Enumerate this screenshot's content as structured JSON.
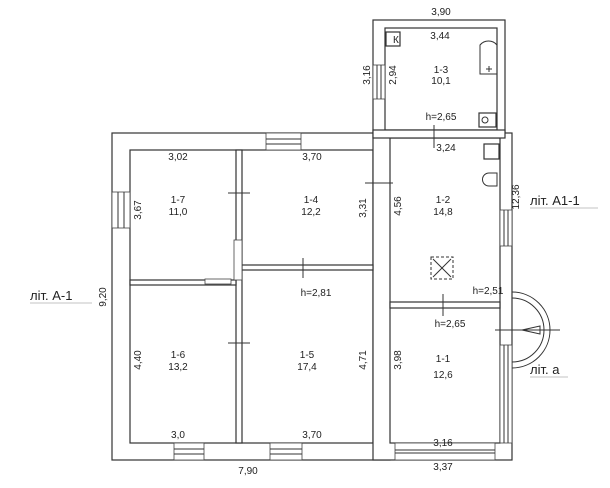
{
  "labels": {
    "lit_a_1": "літ. А-1",
    "lit_a1_1": "літ. А1-1",
    "lit_a": "літ. а",
    "kitchen_mark": "К"
  },
  "rooms": [
    {
      "id": "1-1",
      "area": "12,6"
    },
    {
      "id": "1-2",
      "area": "14,8"
    },
    {
      "id": "1-3",
      "area": "10,1"
    },
    {
      "id": "1-4",
      "area": "12,2"
    },
    {
      "id": "1-5",
      "area": "17,4"
    },
    {
      "id": "1-6",
      "area": "13,2"
    },
    {
      "id": "1-7",
      "area": "11,0"
    }
  ],
  "heights": {
    "h1": "h=2,65",
    "h2": "h=2,81",
    "h3": "h=2,51",
    "h4": "h=2,65"
  },
  "dimensions": {
    "top_3_90": "3,90",
    "d3_44": "3,44",
    "d3_16": "3,16",
    "d2_94": "2,94",
    "d3_24": "3,24",
    "d3_02": "3,02",
    "d3_70_top": "3,70",
    "d3_67": "3,67",
    "d3_31": "3,31",
    "d4_56": "4,56",
    "d12_36": "12,36",
    "d9_20": "9,20",
    "d4_40": "4,40",
    "d4_71": "4,71",
    "d3_98": "3,98",
    "d3_0": "3,0",
    "d3_70_bottom": "3,70",
    "d3_16_bottom": "3,16",
    "d7_90": "7,90",
    "d3_37": "3,37"
  }
}
